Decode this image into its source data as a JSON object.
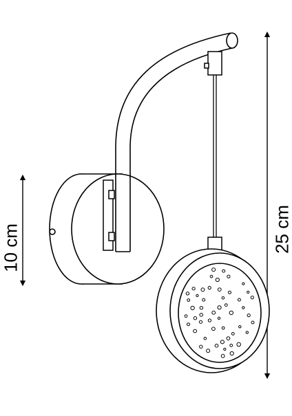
{
  "dimensions": {
    "width_label": "10 cm",
    "height_label": "25 cm"
  },
  "diagram": {
    "subject": "wall-sconce-with-perforated-round-shade",
    "hole_dot_count": 52
  },
  "colors": {
    "line": "#000000",
    "background": "#ffffff"
  }
}
